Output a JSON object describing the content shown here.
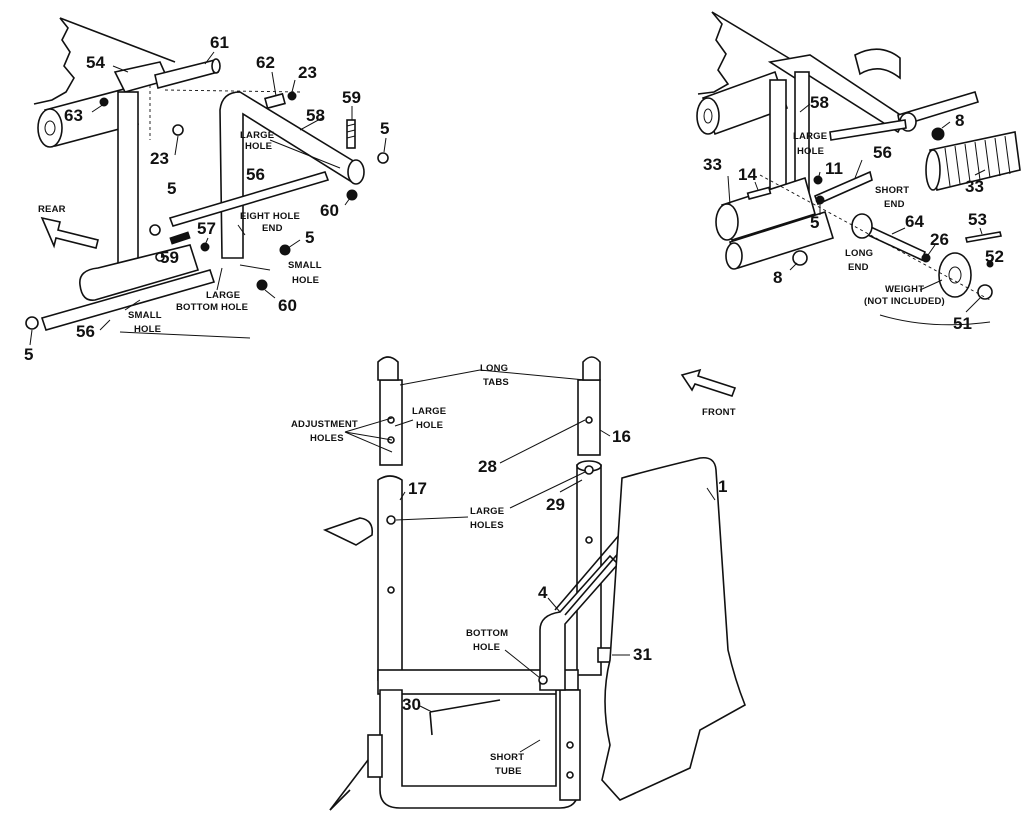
{
  "parts": {
    "p61": "61",
    "p54": "54",
    "p62": "62",
    "p23a": "23",
    "p63": "63",
    "p59a": "59",
    "p58a": "58",
    "p5a": "5",
    "p23b": "23",
    "p5b": "5",
    "p56a": "56",
    "p60a": "60",
    "p57": "57",
    "p59b": "59",
    "p5c": "5",
    "p60b": "60",
    "p5d": "5",
    "p56b": "56",
    "p58b": "58",
    "p8a": "8",
    "p33a": "33",
    "p14": "14",
    "p11": "11",
    "p56c": "56",
    "p33b": "33",
    "p5e": "5",
    "p64": "64",
    "p53": "53",
    "p26": "26",
    "p52": "52",
    "p8b": "8",
    "p51": "51",
    "p16": "16",
    "p28": "28",
    "p17": "17",
    "p29": "29",
    "p1": "1",
    "p4": "4",
    "p31": "31",
    "p30": "30"
  },
  "labels": {
    "rear": "REAR",
    "large_hole_a": [
      "LARGE",
      "HOLE"
    ],
    "eight_hole_end": [
      "EIGHT HOLE",
      "END"
    ],
    "small_hole_a": [
      "SMALL",
      "HOLE"
    ],
    "large_bottom_hole": [
      "LARGE",
      "BOTTOM HOLE"
    ],
    "small_hole_b": [
      "SMALL",
      "HOLE"
    ],
    "large_hole_b": [
      "LARGE",
      "HOLE"
    ],
    "short_end": [
      "SHORT",
      "END"
    ],
    "long_end": [
      "LONG",
      "END"
    ],
    "weight": [
      "WEIGHT",
      "(NOT INCLUDED)"
    ],
    "long_tabs": [
      "LONG",
      "TABS"
    ],
    "adjustment_holes": [
      "ADJUSTMENT",
      "HOLES"
    ],
    "large_hole_c": [
      "LARGE",
      "HOLE"
    ],
    "large_holes": [
      "LARGE",
      "HOLES"
    ],
    "front": "FRONT",
    "bottom_hole": [
      "BOTTOM",
      "HOLE"
    ],
    "short_tube": [
      "SHORT",
      "TUBE"
    ]
  }
}
